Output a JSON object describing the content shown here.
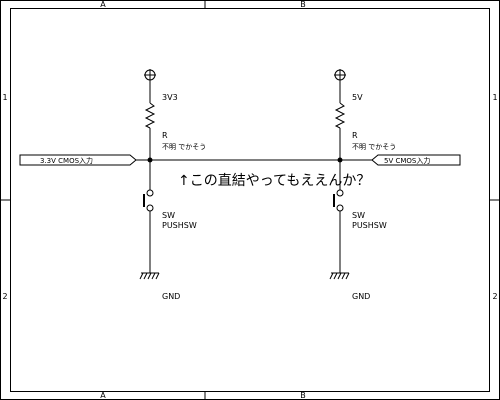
{
  "frame": {
    "columns": [
      "A",
      "B"
    ],
    "rows": [
      "1",
      "2"
    ]
  },
  "left_circuit": {
    "supply": "3V3",
    "resistor": {
      "ref": "R",
      "value": "不明 でかそう"
    },
    "input_port": "3.3V CMOS入力",
    "switch": {
      "ref": "SW",
      "value": "PUSHSW"
    },
    "ground": "GND"
  },
  "right_circuit": {
    "supply": "5V",
    "resistor": {
      "ref": "R",
      "value": "不明 でかそう"
    },
    "input_port": "5V CMOS入力",
    "switch": {
      "ref": "SW",
      "value": "PUSHSW"
    },
    "ground": "GND"
  },
  "annotation": "↑この直結やってもええんか？"
}
